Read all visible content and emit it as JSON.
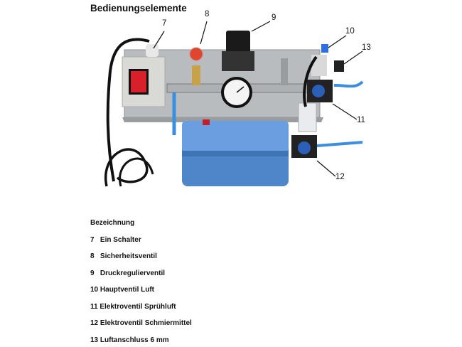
{
  "title": "Bedienungselemente",
  "callouts": [
    "7",
    "8",
    "9",
    "10",
    "11",
    "12",
    "13"
  ],
  "legend": {
    "heading": "Bezeichnung",
    "items": [
      {
        "num": "7",
        "label": "Ein Schalter"
      },
      {
        "num": "8",
        "label": "Sicherheitsventil"
      },
      {
        "num": "9",
        "label": "Druckregulierventil"
      },
      {
        "num": "10",
        "label": "Hauptventil Luft"
      },
      {
        "num": "11",
        "label": "Elektroventil Sprühluft"
      },
      {
        "num": "12",
        "label": "Elektroventil Schmiermittel"
      },
      {
        "num": "13",
        "label": "Luftanschluss 6 mm"
      }
    ]
  }
}
